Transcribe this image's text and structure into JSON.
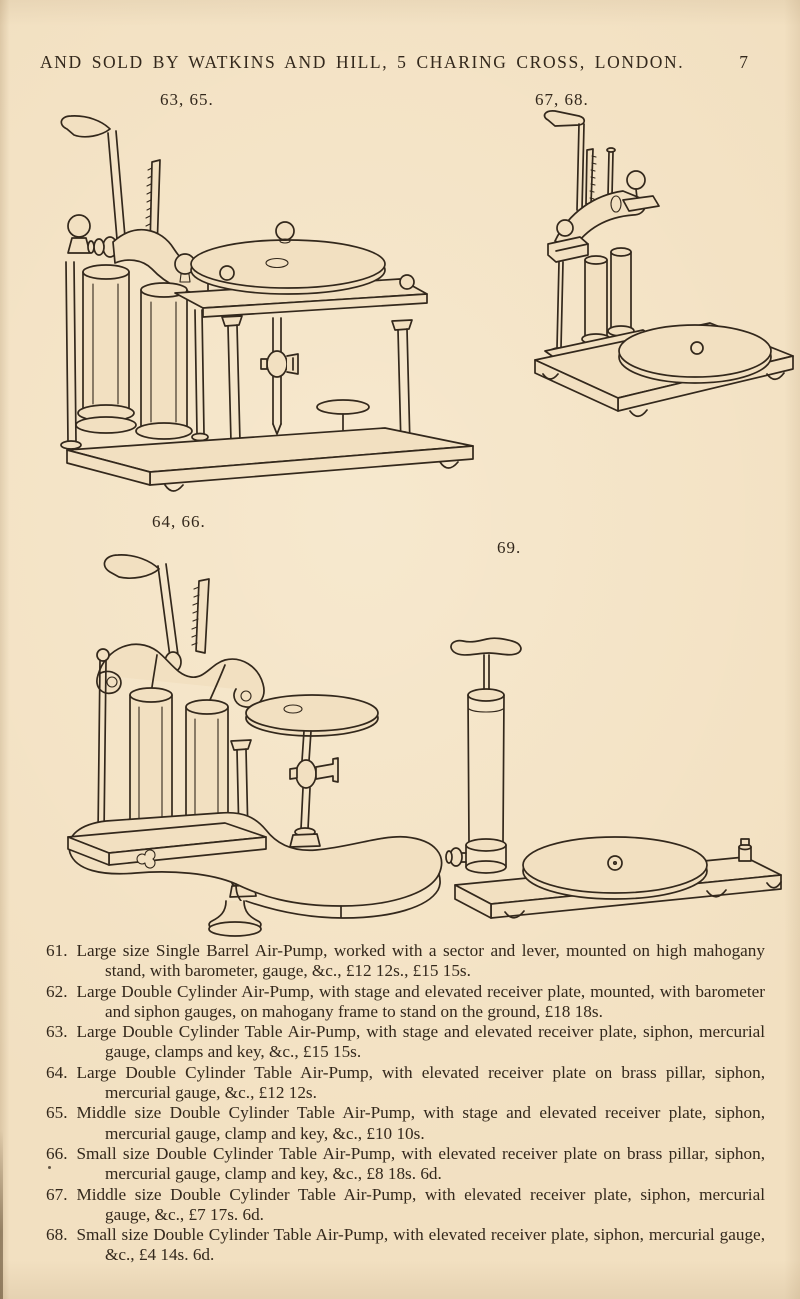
{
  "colors": {
    "paper": "#f2e0c1",
    "ink": "#33281c"
  },
  "header": {
    "title": "AND SOLD BY WATKINS AND HILL, 5 CHARING CROSS, LONDON.",
    "page_number": "7"
  },
  "figures": [
    {
      "label": "63, 65.",
      "depicts": "Large double cylinder table air-pump with stage and elevated receiver plate"
    },
    {
      "label": "67, 68.",
      "depicts": "Double cylinder table air-pump with elevated receiver plate"
    },
    {
      "label": "64, 66.",
      "depicts": "Double cylinder table air-pump with elevated receiver plate on brass pillar"
    },
    {
      "label": "69.",
      "depicts": "Single barrel pump with receiver plate on board"
    }
  ],
  "catalog_items": [
    {
      "number": "61.",
      "description": "Large size Single Barrel Air-Pump, worked with a sector and lever, mounted on high mahogany stand, with barometer, gauge, &c., £12 12s., £15 15s."
    },
    {
      "number": "62.",
      "description": "Large Double Cylinder Air-Pump, with stage and elevated receiver plate, mounted, with barometer and siphon gauges, on mahogany frame to stand on the ground, £18 18s."
    },
    {
      "number": "63.",
      "description": "Large Double Cylinder Table Air-Pump, with stage and elevated receiver plate, siphon, mercurial gauge, clamps and key, &c., £15 15s."
    },
    {
      "number": "64.",
      "description": "Large Double Cylinder Table Air-Pump, with elevated receiver plate on brass pillar, siphon, mercurial gauge, &c., £12 12s."
    },
    {
      "number": "65.",
      "description": "Middle size Double Cylinder Table Air-Pump, with stage and elevated receiver plate, siphon, mercurial gauge, clamp and key, &c., £10 10s."
    },
    {
      "number": "66.",
      "description": "Small size Double Cylinder Table Air-Pump, with elevated receiver plate on brass pillar, siphon, mercurial gauge, clamp and key, &c., £8 18s. 6d."
    },
    {
      "number": "67.",
      "description": "Middle size Double Cylinder Table Air-Pump, with elevated receiver plate, siphon, mercurial gauge, &c., £7 17s. 6d."
    },
    {
      "number": "68.",
      "description": "Small size Double Cylinder Table Air-Pump, with elevated receiver plate, siphon, mercurial gauge, &c., £4 14s. 6d."
    }
  ]
}
